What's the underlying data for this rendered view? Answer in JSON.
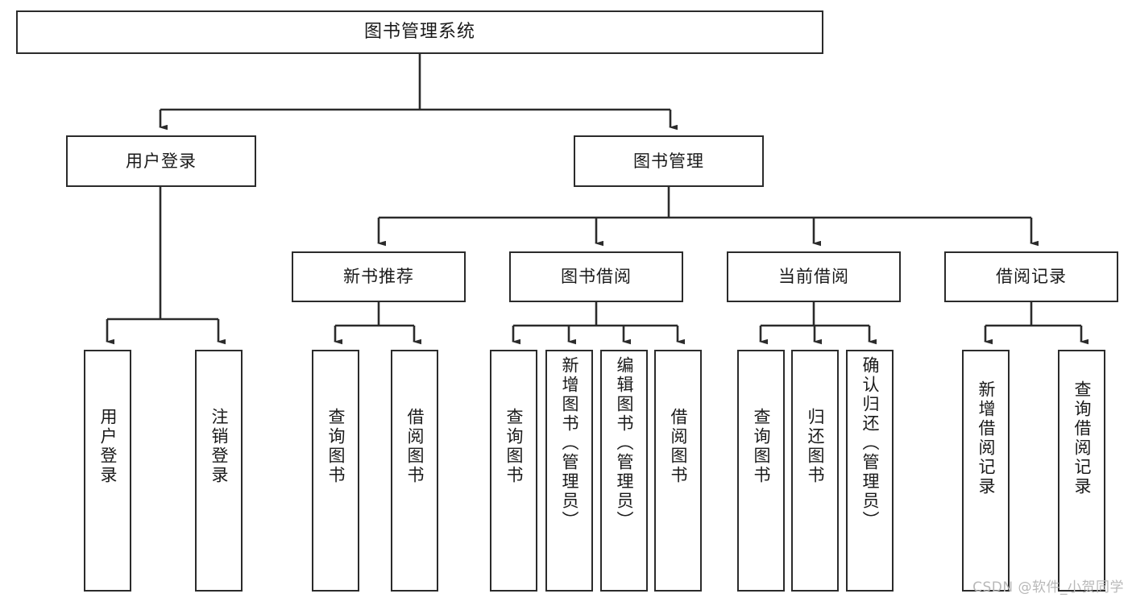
{
  "diagram": {
    "title": "图书管理系统",
    "type": "hierarchy-tree",
    "watermark": "CSDN @软件_小贺同学",
    "edge_color": "#2b2b2b",
    "node_border_color": "#2b2b2b",
    "node_fill_color": "#ffffff",
    "text_color": "#1a1a1a",
    "watermark_color": "#b8b8b8"
  },
  "nodes": {
    "root": {
      "label": "图书管理系统",
      "level": 1,
      "orientation": "horizontal"
    },
    "level2": [
      {
        "id": "user-login",
        "label": "用户登录",
        "orientation": "horizontal"
      },
      {
        "id": "book-manage",
        "label": "图书管理",
        "orientation": "horizontal"
      }
    ],
    "level3": [
      {
        "id": "new-book-recommend",
        "label": "新书推荐",
        "orientation": "horizontal"
      },
      {
        "id": "book-borrow",
        "label": "图书借阅",
        "orientation": "horizontal"
      },
      {
        "id": "current-borrow",
        "label": "当前借阅",
        "orientation": "horizontal"
      },
      {
        "id": "borrow-record",
        "label": "借阅记录",
        "orientation": "horizontal"
      }
    ],
    "leaves": [
      {
        "id": "leaf-user-login",
        "label": "用户登录",
        "parent": "user-login",
        "orientation": "vertical"
      },
      {
        "id": "leaf-user-logout",
        "label": "注销登录",
        "parent": "user-login",
        "orientation": "vertical"
      },
      {
        "id": "leaf-query-book-1",
        "label": "查询图书",
        "parent": "new-book-recommend",
        "orientation": "vertical"
      },
      {
        "id": "leaf-borrow-book-1",
        "label": "借阅图书",
        "parent": "new-book-recommend",
        "orientation": "vertical"
      },
      {
        "id": "leaf-query-book-2",
        "label": "查询图书",
        "parent": "book-borrow",
        "orientation": "vertical"
      },
      {
        "id": "leaf-add-book",
        "label": "新增图书（管理员）",
        "parent": "book-borrow",
        "orientation": "vertical"
      },
      {
        "id": "leaf-edit-book",
        "label": "编辑图书（管理员）",
        "parent": "book-borrow",
        "orientation": "vertical"
      },
      {
        "id": "leaf-borrow-book-2",
        "label": "借阅图书",
        "parent": "book-borrow",
        "orientation": "vertical"
      },
      {
        "id": "leaf-query-book-3",
        "label": "查询图书",
        "parent": "current-borrow",
        "orientation": "vertical"
      },
      {
        "id": "leaf-return-book",
        "label": "归还图书",
        "parent": "current-borrow",
        "orientation": "vertical"
      },
      {
        "id": "leaf-confirm-return",
        "label": "确认归还（管理员）",
        "parent": "current-borrow",
        "orientation": "vertical"
      },
      {
        "id": "leaf-add-record",
        "label": "新增借阅记录",
        "parent": "borrow-record",
        "orientation": "vertical"
      },
      {
        "id": "leaf-query-record",
        "label": "查询借阅记录",
        "parent": "borrow-record",
        "orientation": "vertical"
      }
    ]
  }
}
